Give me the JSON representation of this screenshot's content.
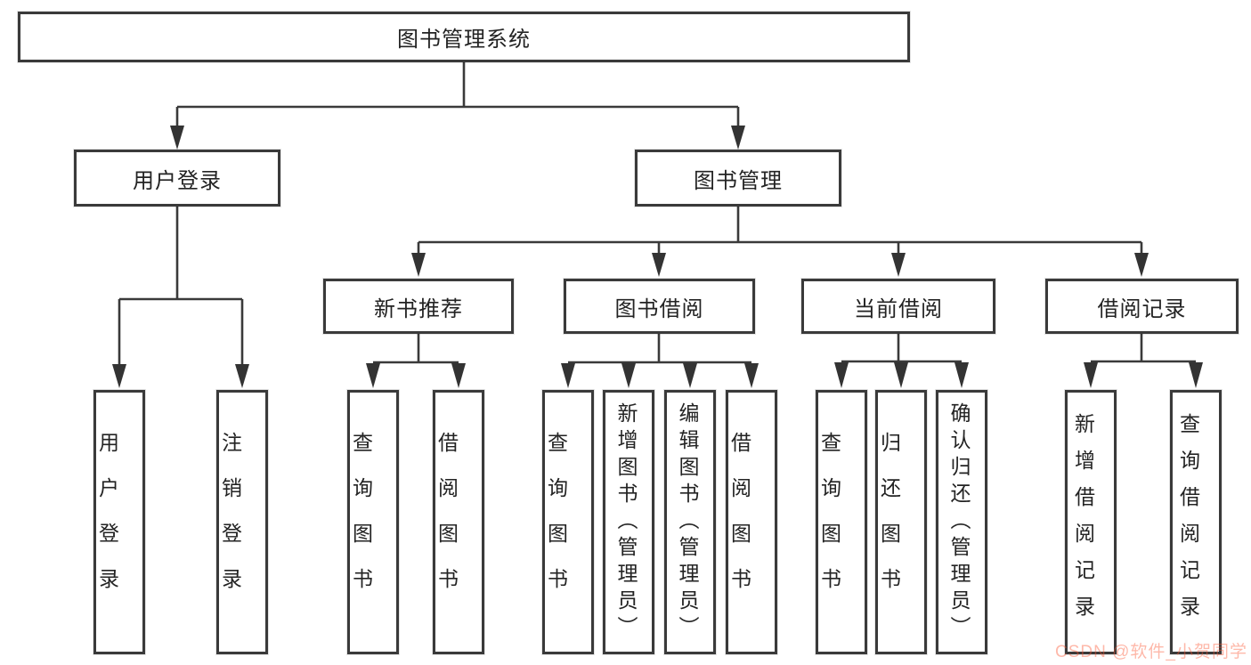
{
  "tree": {
    "root": {
      "label": "图书管理系统",
      "children": [
        {
          "label": "用户登录",
          "children": [
            {
              "label": "用户登录"
            },
            {
              "label": "注销登录"
            }
          ]
        },
        {
          "label": "图书管理",
          "children": [
            {
              "label": "新书推荐",
              "children": [
                {
                  "label": "查询图书"
                },
                {
                  "label": "借阅图书"
                }
              ]
            },
            {
              "label": "图书借阅",
              "children": [
                {
                  "label": "查询图书"
                },
                {
                  "label": "新增图书（管理员）"
                },
                {
                  "label": "编辑图书（管理员）"
                },
                {
                  "label": "借阅图书"
                }
              ]
            },
            {
              "label": "当前借阅",
              "children": [
                {
                  "label": "查询图书"
                },
                {
                  "label": "归还图书"
                },
                {
                  "label": "确认归还（管理员）"
                }
              ]
            },
            {
              "label": "借阅记录",
              "children": [
                {
                  "label": "新增借阅记录"
                },
                {
                  "label": "查询借阅记录"
                }
              ]
            }
          ]
        }
      ]
    }
  },
  "watermark": {
    "text": "CSDN @软件_小贺同学",
    "color": "#fc5531"
  },
  "colors": {
    "line": "#3a3a3a",
    "box_border": "#3a3a3a",
    "text": "#232323",
    "background": "#ffffff"
  }
}
